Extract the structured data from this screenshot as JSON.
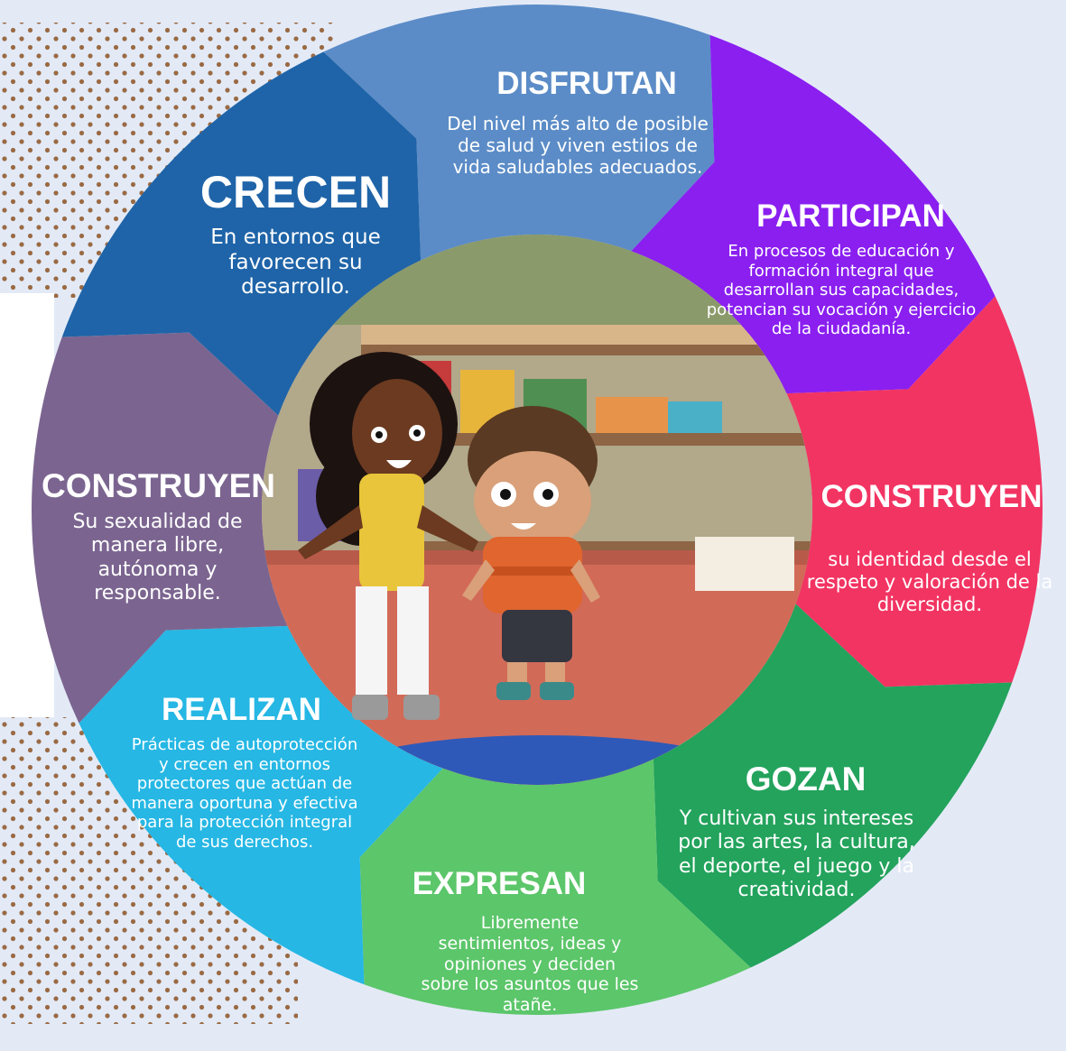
{
  "background_color": "#e3eaf6",
  "dots_color": "#9a6a44",
  "segments": [
    {
      "title": "DISFRUTAN",
      "color": "#5b8cc7",
      "description": "Del nivel más alto de posible de salud y viven estilos de vida saludables adecuados."
    },
    {
      "title": "PARTICIPAN",
      "color": "#8a1ff0",
      "description": "En procesos de educación y formación integral que desarrollan sus capacidades, potencian su vocación y ejercicio de la ciudadanía."
    },
    {
      "title": "CONSTRUYEN",
      "color": "#f23462",
      "description": "su identidad desde el respeto y valoración de la diversidad."
    },
    {
      "title": "GOZAN",
      "color": "#23a35c",
      "description": "Y cultivan sus intereses por las artes, la cultura, el deporte, el juego y la creatividad."
    },
    {
      "title": "EXPRESAN",
      "color": "#5cc66a",
      "description": "Libremente sentimientos, ideas y opiniones y deciden sobre los asuntos que les atañe."
    },
    {
      "title": "REALIZAN",
      "color": "#26b7e4",
      "description": "Prácticas de autoprotección y crecen en entornos protectores que actúan de manera oportuna y efectiva para la protección integral de sus derechos."
    },
    {
      "title": "CONSTRUYEN",
      "color": "#7b6590",
      "description": "Su sexualidad de manera libre, autónoma y responsable."
    },
    {
      "title": "CRECEN",
      "color": "#1f64a8",
      "description": "En entornos que favorecen su desarrollo."
    }
  ]
}
